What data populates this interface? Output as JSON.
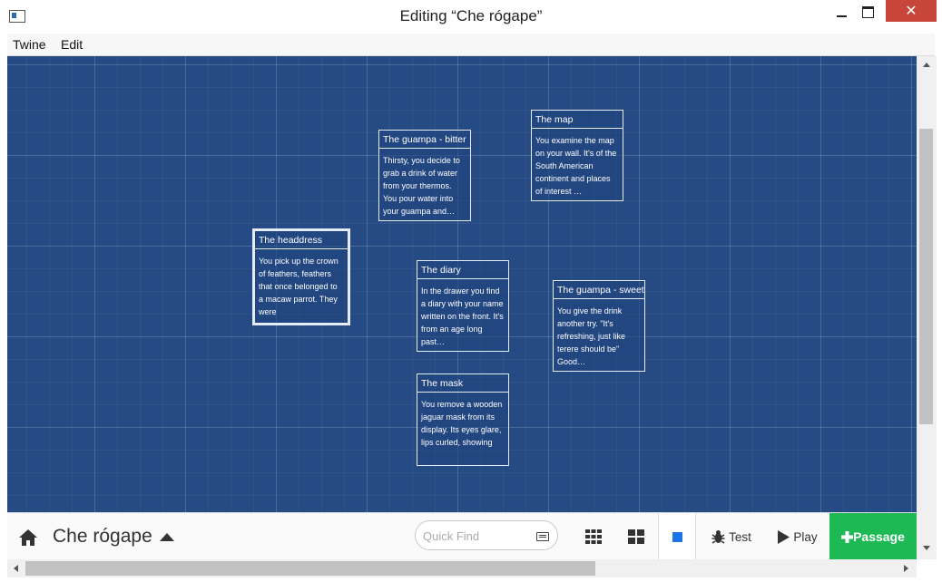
{
  "window": {
    "title": "Editing “Che rógape”",
    "minimize_icon": "minimize-icon",
    "maximize_icon": "maximize-icon",
    "close_icon": "close-icon"
  },
  "menu": {
    "items": [
      {
        "label": "Twine"
      },
      {
        "label": "Edit"
      }
    ]
  },
  "passages": [
    {
      "title": "The guampa - bitter",
      "excerpt": "Thirsty, you decide to grab a drink of water from your thermos. You pour water into your guampa and…",
      "selected": false
    },
    {
      "title": "The map",
      "excerpt": "You examine the map on your wall. It's of the South American continent and places of interest …",
      "selected": false
    },
    {
      "title": "The headdress",
      "excerpt": "You pick up the crown of feathers, feathers that once belonged to a macaw parrot. They were",
      "selected": true
    },
    {
      "title": "The diary",
      "excerpt": "In the drawer you find a diary with your name written on the front. It's from an age long past…",
      "selected": false
    },
    {
      "title": "The guampa - sweet",
      "excerpt": "You give the drink another try. \"It's refreshing, just like terere should be\" Good…",
      "selected": false
    },
    {
      "title": "The mask",
      "excerpt": "You remove a wooden jaguar mask from its display. Its eyes glare, lips curled, showing",
      "selected": false
    }
  ],
  "toolbar": {
    "home_icon": "home-icon",
    "story_title": "Che rógape",
    "story_menu_icon": "caret-up-icon",
    "quick_find": {
      "placeholder": "Quick Find",
      "value": ""
    },
    "test_label": "Test",
    "play_label": "Play",
    "passage_label": "Passage",
    "accent_color": "#1db954"
  },
  "colors": {
    "canvas_background": "#254a84",
    "passage_border": "#e6ecf5",
    "close_button": "#c7453a"
  }
}
